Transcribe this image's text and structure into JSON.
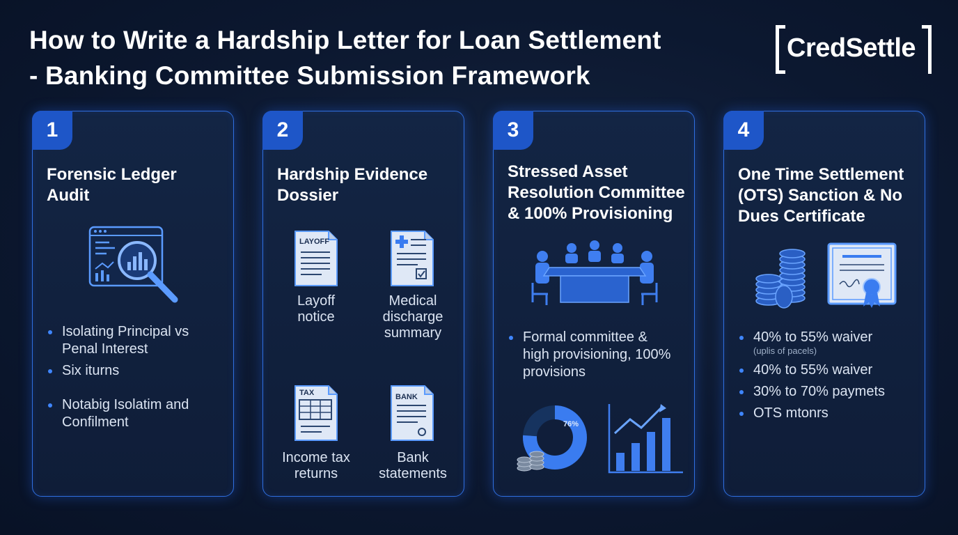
{
  "header": {
    "title_line1": "How to Write a Hardship Letter for Loan Settlement",
    "title_line2": "- Banking Committee Submission Framework",
    "logo_text": "CredSettle"
  },
  "cards": [
    {
      "number": "1",
      "title_line1": "Forensic Ledger",
      "title_line2": "Audit",
      "icon": "magnifier-chart-icon",
      "bullets": [
        {
          "line1": "Isolating Principal vs",
          "line2": "Penal Interest"
        },
        {
          "line1": "Six iturns",
          "line2": ""
        },
        {
          "line1": "Notabig Isolatim and",
          "line2": "Confilment"
        }
      ]
    },
    {
      "number": "2",
      "title_line1": "Hardship Evidence",
      "title_line2": "Dossier",
      "documents": [
        {
          "tag": "LAYOFF",
          "label_line1": "Layoff",
          "label_line2": "notice",
          "label_line3": ""
        },
        {
          "tag": "",
          "label_line1": "Medical",
          "label_line2": "discharge",
          "label_line3": "summary"
        },
        {
          "tag": "TAX",
          "label_line1": "Income tax",
          "label_line2": "returns",
          "label_line3": ""
        },
        {
          "tag": "BANK",
          "label_line1": "Bank",
          "label_line2": "statements",
          "label_line3": ""
        }
      ]
    },
    {
      "number": "3",
      "title_line1": "Stressed Asset",
      "title_line2": "Resolution Committee",
      "title_line3": "& 100% Provisioning",
      "icon": "committee-meeting-icon",
      "bullets": [
        {
          "line1": "Formal committee &",
          "line2": "high provisioning, 100%",
          "line3": "provisions"
        }
      ],
      "donut_label": "76%",
      "donut_value": 0.76
    },
    {
      "number": "4",
      "title_line1": "One Time Settlement",
      "title_line2": "(OTS) Sanction & No",
      "title_line3": "Dues Certificate",
      "icon": "coins-certificate-icon",
      "bullets": [
        {
          "line1": "40% to 55% waiver",
          "sub": "(uplis of pacels)"
        },
        {
          "line1": "40% to 55% waiver"
        },
        {
          "line1": "30% to 70% paymets"
        },
        {
          "line1": "OTS mtonrs"
        }
      ]
    }
  ],
  "colors": {
    "accent": "#2f6fe0",
    "badge": "#1e56c8",
    "icon_light": "#5b9bff",
    "background": "#0c1830"
  }
}
